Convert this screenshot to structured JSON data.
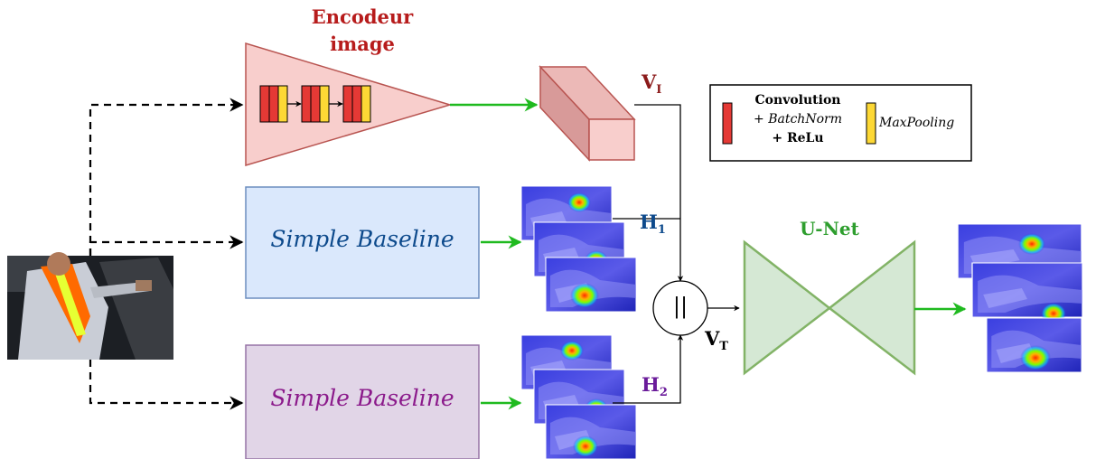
{
  "encoder": {
    "title_line1": "Encodeur",
    "title_line2": "image",
    "color": "#c62828"
  },
  "baseline_top": {
    "label": "Simple Baseline",
    "text_color": "#0d4a8c",
    "fill": "#dae8fc",
    "stroke": "#6c8ebf"
  },
  "baseline_bottom": {
    "label": "Simple Baseline",
    "text_color": "#8b1a8b",
    "fill": "#e1d5e7",
    "stroke": "#9673a6"
  },
  "unet": {
    "title": "U-Net",
    "color": "#2e9e2e",
    "fill": "#d5e8d4",
    "stroke": "#82b366"
  },
  "vars": {
    "vi": {
      "main": "V",
      "sub": "I",
      "color": "#8b1a1a"
    },
    "h1": {
      "main": "H",
      "sub": "1",
      "color": "#0d4a8c"
    },
    "h2": {
      "main": "H",
      "sub": "2",
      "color": "#6a1b9a"
    },
    "vt": {
      "main": "V",
      "sub": "T",
      "color": "#000000"
    }
  },
  "concat_symbol": "||",
  "legend": {
    "conv_line1": "Convolution",
    "conv_line2_prefix": "+ ",
    "conv_line2_italic": "BatchNorm",
    "conv_line3": "+ ReLu",
    "maxpool": "MaxPooling",
    "conv_color": "#e53935",
    "pool_color": "#fdd835"
  },
  "colors": {
    "green_arrow": "#1fba1f",
    "heatmap_bg": "#2a2fd0"
  }
}
